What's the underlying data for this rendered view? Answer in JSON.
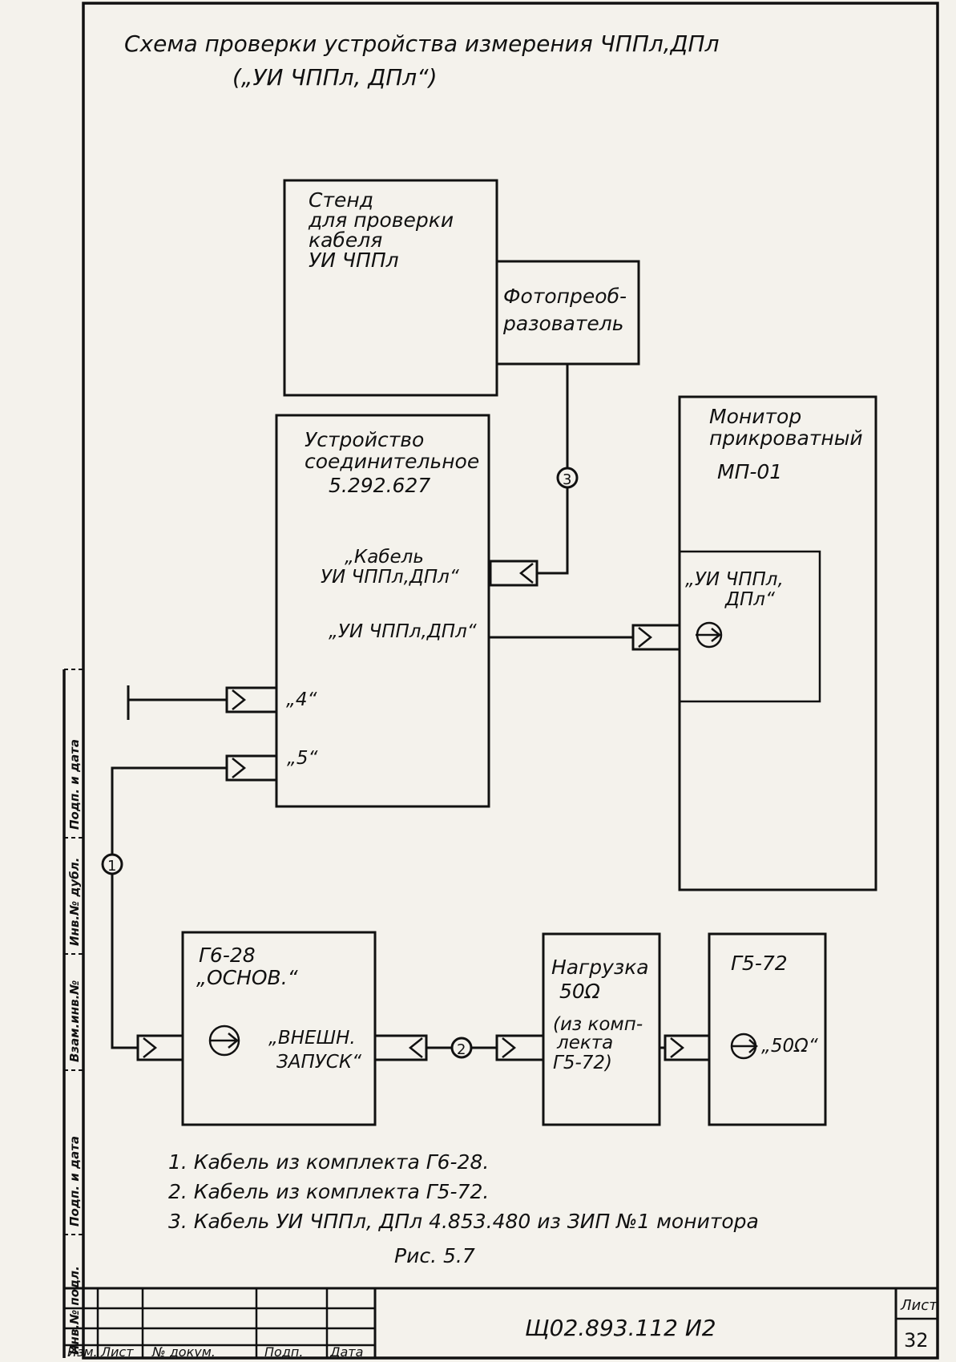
{
  "title": {
    "line1": "Схема проверки устройства измерения ЧППл,ДПл",
    "line2": "(„УИ ЧППл, ДПл“)"
  },
  "blocks": {
    "stand": {
      "lines": [
        "Стенд",
        "для проверки",
        "кабеля",
        "УИ ЧППл"
      ]
    },
    "photo": {
      "lines": [
        "Фотопреоб-",
        "разователь"
      ]
    },
    "device": {
      "lines": [
        "Устройство",
        "соединительное",
        "5.292.627"
      ]
    },
    "monitor": {
      "lines": [
        "Монитор",
        "прикроватный",
        "МП-01"
      ]
    },
    "g628": {
      "lines": [
        "Г6-28",
        "„ОСНОВ.“"
      ]
    },
    "load": {
      "lines": [
        "Нагрузка",
        "50Ω",
        "(из комп-",
        "лекта",
        "Г5-72)"
      ]
    },
    "g572": {
      "lines": [
        "Г5-72"
      ]
    }
  },
  "ports": {
    "cable": [
      "„Кабель",
      "УИ ЧППл,ДПл“"
    ],
    "ui_out": "„УИ ЧППл,ДПл“",
    "p4": "„4“",
    "p5": "„5“",
    "monitor_in": [
      "„УИ ЧППл,",
      "ДПл“"
    ],
    "ext_trigger": [
      "„ВНЕШН.",
      "ЗАПУСК“"
    ],
    "g572_out": "„50Ω“"
  },
  "markers": [
    "1",
    "2",
    "3"
  ],
  "notes": [
    "1. Кабель из комплекта Г6-28.",
    "2. Кабель из комплекта Г5-72.",
    "3. Кабель УИ ЧППл, ДПл 4.853.480 из ЗИП №1 монитора"
  ],
  "figure_caption": "Рис. 5.7",
  "stamp": {
    "cols": [
      "Изм.",
      "Лист",
      "№ докум.",
      "Подп.",
      "Дата"
    ],
    "code": "Щ02.893.112 И2",
    "sheet_label": "Лист",
    "sheet_no": "32"
  },
  "margin_labels": [
    "Инв.№ подл.",
    "Подп. и дата",
    "Взам.инв.№",
    "Инв.№ дубл.",
    "Подп. и дата"
  ]
}
